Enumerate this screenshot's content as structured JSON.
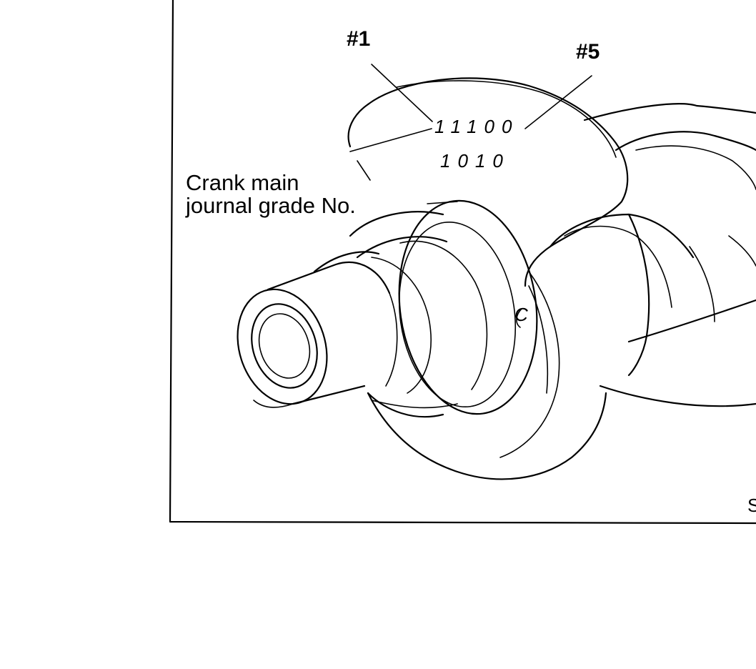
{
  "labels": {
    "cyl1": "#1",
    "cyl5": "#5",
    "grade_title_line1": "Crank main",
    "grade_title_line2": "journal grade No.",
    "code_row1": "11100",
    "code_row2": "1010",
    "mark_c": "C",
    "corner": "S"
  },
  "colors": {
    "ink": "#000000",
    "paper": "#ffffff"
  }
}
